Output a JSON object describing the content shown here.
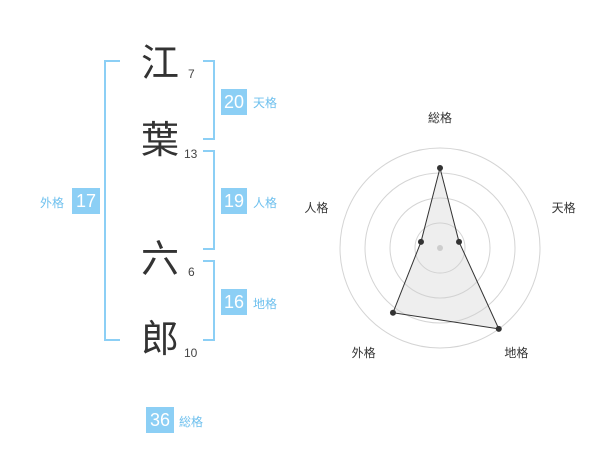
{
  "name_chars": [
    {
      "char": "江",
      "strokes": "7"
    },
    {
      "char": "葉",
      "strokes": "13"
    },
    {
      "char": "六",
      "strokes": "6"
    },
    {
      "char": "郎",
      "strokes": "10"
    }
  ],
  "fortunes": {
    "tenkaku": {
      "value": "20",
      "label": "天格"
    },
    "jinkaku": {
      "value": "19",
      "label": "人格"
    },
    "chikaku": {
      "value": "16",
      "label": "地格"
    },
    "gaikaku": {
      "value": "17",
      "label": "外格"
    },
    "soukaku": {
      "value": "36",
      "label": "総格"
    }
  },
  "colors": {
    "accent": "#8ccff5",
    "label": "#6ec0ee",
    "text": "#333333"
  },
  "chart_data": {
    "type": "radar",
    "axes": [
      "総格",
      "天格",
      "地格",
      "外格",
      "人格"
    ],
    "values": [
      4,
      1,
      5,
      4,
      1
    ],
    "max": 5,
    "rings": 4,
    "grid": true
  }
}
